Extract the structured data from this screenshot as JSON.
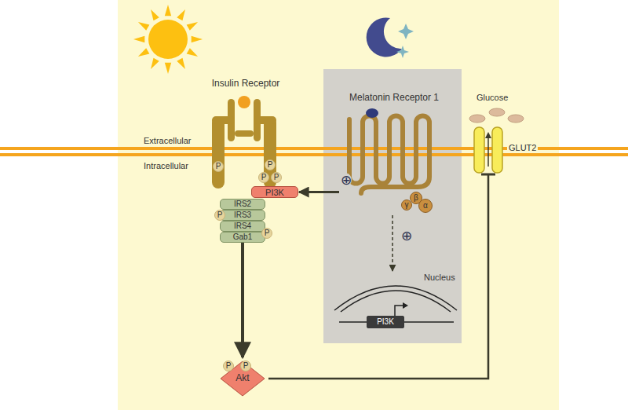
{
  "diagram": {
    "nodes": [
      {
        "text": [
          "Insulin Receptor"
        ]
      },
      {
        "text": [
          "P"
        ],
        "in": 0
      },
      {
        "text": [
          "P"
        ],
        "in": 0
      },
      {
        "text": [
          "P"
        ],
        "in": 0
      },
      {
        "text": [
          "P"
        ],
        "in": 0
      },
      {
        "text": [
          "PI3K"
        ]
      },
      {
        "text": [
          "IRS2"
        ]
      },
      {
        "text": [
          "IRS3"
        ]
      },
      {
        "text": [
          "IRS4"
        ]
      },
      {
        "text": [
          "Gab1"
        ]
      },
      {
        "text": [
          "P"
        ]
      },
      {
        "text": [
          "P"
        ]
      },
      {
        "text": [
          "Akt"
        ]
      },
      {
        "text": [
          "P"
        ],
        "in": 12
      },
      {
        "text": [
          "P"
        ],
        "in": 12
      },
      {
        "text": [
          "Melatonin Receptor 1"
        ]
      },
      {
        "text": [
          "β"
        ],
        "in": 15
      },
      {
        "text": [
          "γ"
        ],
        "in": 15
      },
      {
        "text": [
          "α"
        ],
        "in": 15
      },
      {
        "text": [
          "Nucleus"
        ]
      },
      {
        "text": [
          "PI3K"
        ],
        "in": 19
      },
      {
        "text": [
          "GLUT2"
        ]
      }
    ],
    "edges": [
      {
        "from": 15,
        "to": 5,
        "arrow": "to",
        "label": "⊕"
      },
      {
        "from": 15,
        "to": 19,
        "arrow": "to",
        "label": "⊕"
      },
      {
        "from": 9,
        "to": 12,
        "arrow": "to"
      },
      {
        "from": 12,
        "to": 21,
        "arrow": "to"
      }
    ],
    "labels": [
      "Extracellular",
      "Intracellular",
      "Glucose"
    ]
  }
}
